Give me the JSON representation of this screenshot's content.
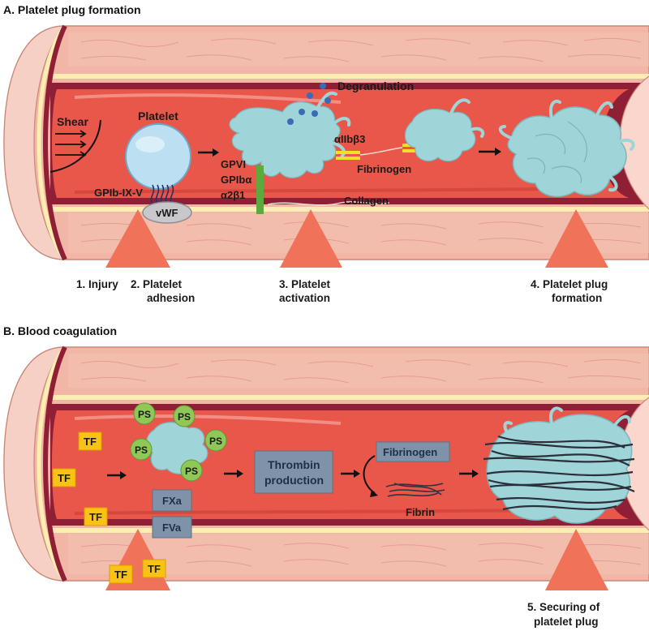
{
  "panel_a": {
    "title": "A.   Platelet plug formation",
    "labels": {
      "shear": "Shear",
      "platelet": "Platelet",
      "gpib_ix_v": "GPIb-IX-V",
      "vwf": "vWF",
      "gpvi": "GPVI",
      "gpiba": "GPIbα",
      "a2b1": "α2β1",
      "collagen": "Collagen",
      "degranulation": "Degranulation",
      "aiib3": "αIIbβ3",
      "fibrinogen": "Fibrinogen"
    },
    "steps": {
      "injury": "1. Injury",
      "adhesion_1": "2. Platelet",
      "adhesion_2": "adhesion",
      "activation_1": "3. Platelet",
      "activation_2": "activation",
      "plug_1": "4. Platelet plug",
      "plug_2": "formation"
    }
  },
  "panel_b": {
    "title": "B.   Blood coagulation",
    "tf": "TF",
    "ps": "PS",
    "fxa": "FXa",
    "fva": "FVa",
    "thrombin_1": "Thrombin",
    "thrombin_2": "production",
    "fibrinogen": "Fibrinogen",
    "fibrin": "Fibrin",
    "step_1": "5. Securing of",
    "step_2": "platelet plug"
  },
  "colors": {
    "vessel_wall": "#f2b6a6",
    "lumen": "#e9564a",
    "endothelium": "#fbeeb0",
    "platelet": "#9fd4d8",
    "tf_box": "#f9c316",
    "ps_circle": "#8fc857",
    "factor_box": "#7f93a8",
    "injury": "#f07258",
    "collagen_bar": "#5daa3c",
    "integrin_bar": "#f1e026"
  }
}
